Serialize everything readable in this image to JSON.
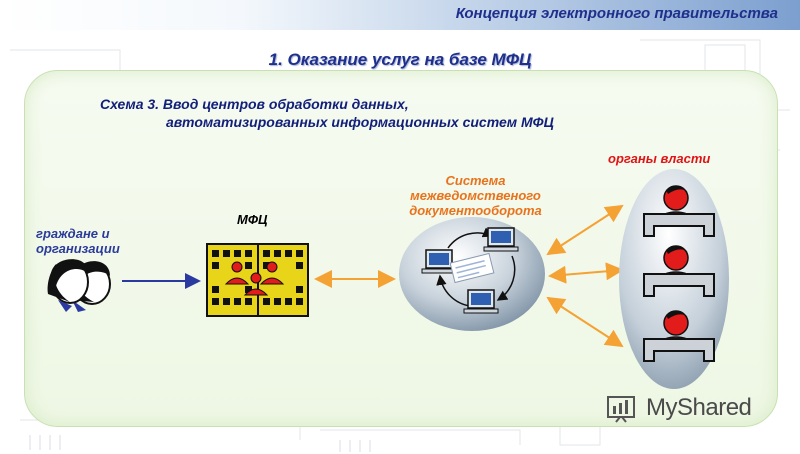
{
  "header": {
    "title": "Концепция электронного правительства"
  },
  "main_title": "1. Оказание услуг на базе МФЦ",
  "scheme": {
    "line1": "Схема 3. Ввод центров обработки данных,",
    "line2": "автоматизированных информационных систем МФЦ"
  },
  "nodes": {
    "citizens": "граждане и организации",
    "mfc": "МФЦ",
    "system": "Система межведомственого документооборота",
    "authorities": "органы власти"
  },
  "watermark": {
    "brand": "MyShared"
  },
  "colors": {
    "header_text": "#1f2f8c",
    "scheme_text": "#12207a",
    "citizens_text": "#2b3b9a",
    "mfc_text": "#000000",
    "system_text": "#e8731c",
    "authorities_text": "#e01414",
    "arrow_blue": "#2a3aa0",
    "arrow_orange": "#f5a234",
    "building_yellow": "#e8d418",
    "person_red": "#e21b1b"
  }
}
